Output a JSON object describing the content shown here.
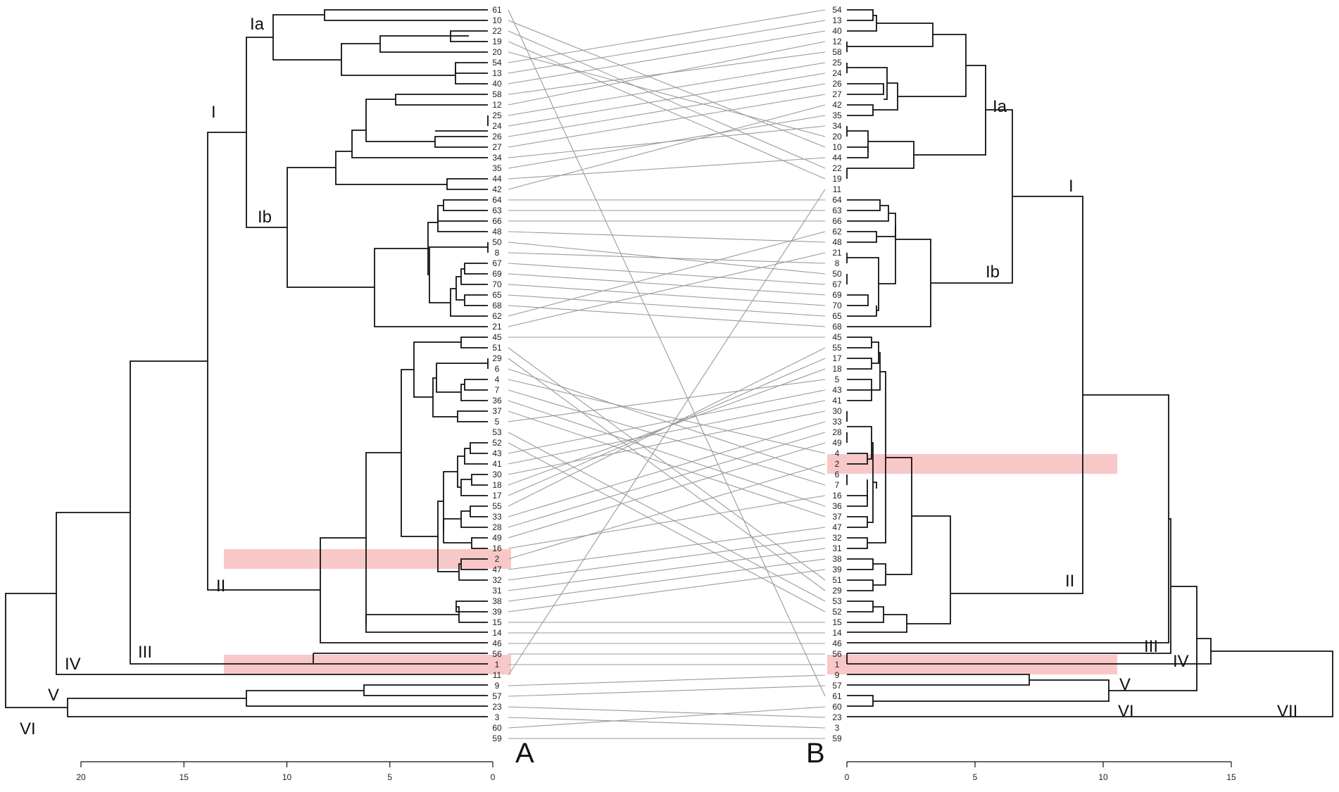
{
  "panel_a": {
    "label": "A",
    "leaves": [
      "61",
      "10",
      "22",
      "19",
      "20",
      "54",
      "13",
      "40",
      "58",
      "12",
      "25",
      "24",
      "26",
      "27",
      "34",
      "35",
      "44",
      "42",
      "64",
      "63",
      "66",
      "48",
      "50",
      "8",
      "67",
      "69",
      "70",
      "65",
      "68",
      "62",
      "21",
      "45",
      "51",
      "29",
      "6",
      "4",
      "7",
      "36",
      "37",
      "5",
      "53",
      "52",
      "43",
      "41",
      "30",
      "18",
      "17",
      "55",
      "33",
      "28",
      "49",
      "16",
      "2",
      "47",
      "32",
      "31",
      "38",
      "39",
      "15",
      "14",
      "46",
      "56",
      "1",
      "11",
      "9",
      "57",
      "23",
      "3",
      "60",
      "59"
    ],
    "axis_ticks": [
      "20",
      "15",
      "10",
      "5",
      "0"
    ],
    "axis_values": [
      20,
      15,
      10,
      5,
      0
    ],
    "clusters": [
      "Ia",
      "Ib",
      "I",
      "II",
      "III",
      "IV",
      "V",
      "VI"
    ],
    "highlights": [
      "2",
      "1"
    ]
  },
  "panel_b": {
    "label": "B",
    "leaves": [
      "54",
      "13",
      "40",
      "12",
      "58",
      "25",
      "24",
      "26",
      "27",
      "42",
      "35",
      "34",
      "20",
      "10",
      "44",
      "22",
      "19",
      "11",
      "64",
      "63",
      "66",
      "62",
      "48",
      "21",
      "8",
      "50",
      "67",
      "69",
      "70",
      "65",
      "68",
      "45",
      "55",
      "17",
      "18",
      "5",
      "43",
      "41",
      "30",
      "33",
      "28",
      "49",
      "4",
      "2",
      "6",
      "7",
      "16",
      "36",
      "37",
      "47",
      "32",
      "31",
      "38",
      "39",
      "51",
      "29",
      "53",
      "52",
      "15",
      "14",
      "46",
      "56",
      "1",
      "9",
      "57",
      "61",
      "60",
      "23",
      "3",
      "59"
    ],
    "axis_ticks": [
      "0",
      "5",
      "10",
      "15"
    ],
    "axis_values": [
      0,
      5,
      10,
      15
    ],
    "clusters": [
      "Ia",
      "Ib",
      "I",
      "II",
      "III",
      "IV",
      "V",
      "VI",
      "VII"
    ],
    "highlights": [
      "2",
      "1"
    ]
  },
  "colors": {
    "branch": "#111111",
    "connector": "#9a9a9a",
    "highlight": "#f8c8c8"
  }
}
